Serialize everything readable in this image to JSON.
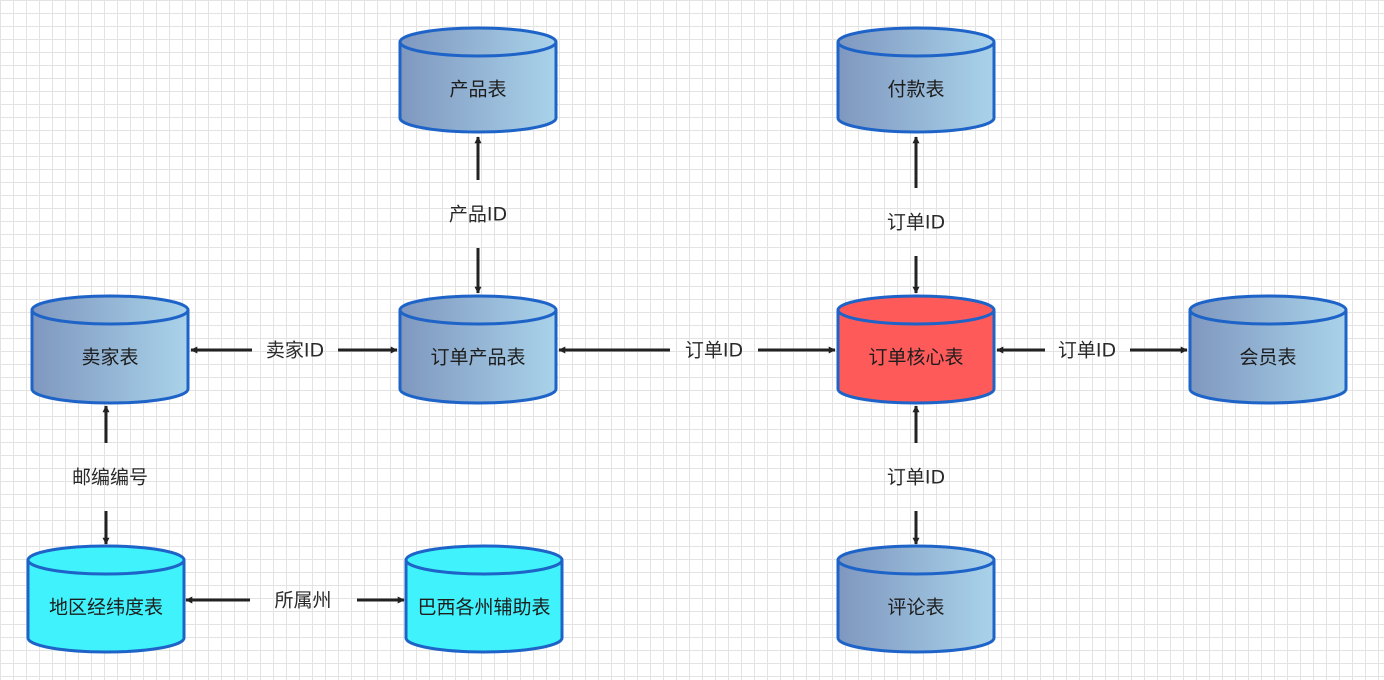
{
  "nodes": {
    "product_table": {
      "label": "产品表",
      "fill": "blue"
    },
    "payment_table": {
      "label": "付款表",
      "fill": "blue"
    },
    "seller_table": {
      "label": "卖家表",
      "fill": "blue"
    },
    "order_product_table": {
      "label": "订单产品表",
      "fill": "blue"
    },
    "order_core_table": {
      "label": "订单核心表",
      "fill": "red"
    },
    "member_table": {
      "label": "会员表",
      "fill": "blue"
    },
    "geo_table": {
      "label": "地区经纬度表",
      "fill": "cyan"
    },
    "brazil_state_table": {
      "label": "巴西各州辅助表",
      "fill": "cyan"
    },
    "review_table": {
      "label": "评论表",
      "fill": "blue"
    }
  },
  "edges": {
    "product_id": "产品ID",
    "order_id_payment": "订单ID",
    "seller_id": "卖家ID",
    "order_id_main": "订单ID",
    "order_id_member": "订单ID",
    "zip_code": "邮编编号",
    "order_id_review": "订单ID",
    "state": "所属州"
  },
  "colors": {
    "blue_start": "#7f97bf",
    "blue_end": "#a9d3ea",
    "red": "#ff5a5a",
    "cyan": "#3ff2fb",
    "outline": "#1e63c8",
    "arrow": "#222222"
  }
}
